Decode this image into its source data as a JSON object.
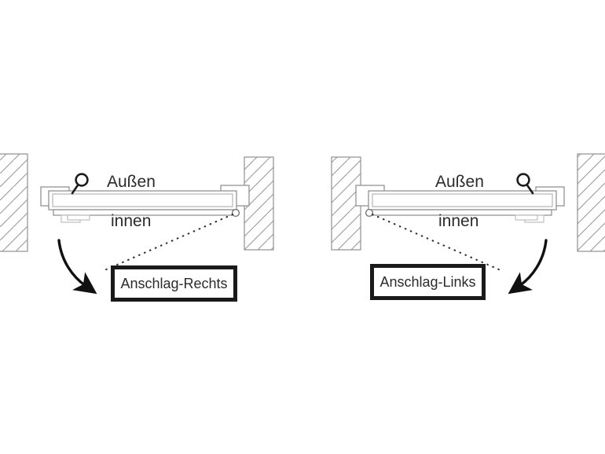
{
  "diagram": {
    "title": "Anschlagrichtung Tuer Schema",
    "background_color": "#ffffff",
    "line_color": "#8a8a8a",
    "ink_color": "#2b2b2b",
    "box_border_color": "#1a1a1a",
    "panels": [
      {
        "id": "left",
        "handing": "right",
        "labels": {
          "outside": "Außen",
          "inside": "innen",
          "box": "Anschlag-Rechts"
        },
        "handle_side": "left",
        "hinge_side": "right",
        "arrow_direction": "down-right"
      },
      {
        "id": "right",
        "handing": "left",
        "labels": {
          "outside": "Außen",
          "inside": "innen",
          "box": "Anschlag-Links"
        },
        "handle_side": "right",
        "hinge_side": "left",
        "arrow_direction": "down-left"
      }
    ]
  }
}
